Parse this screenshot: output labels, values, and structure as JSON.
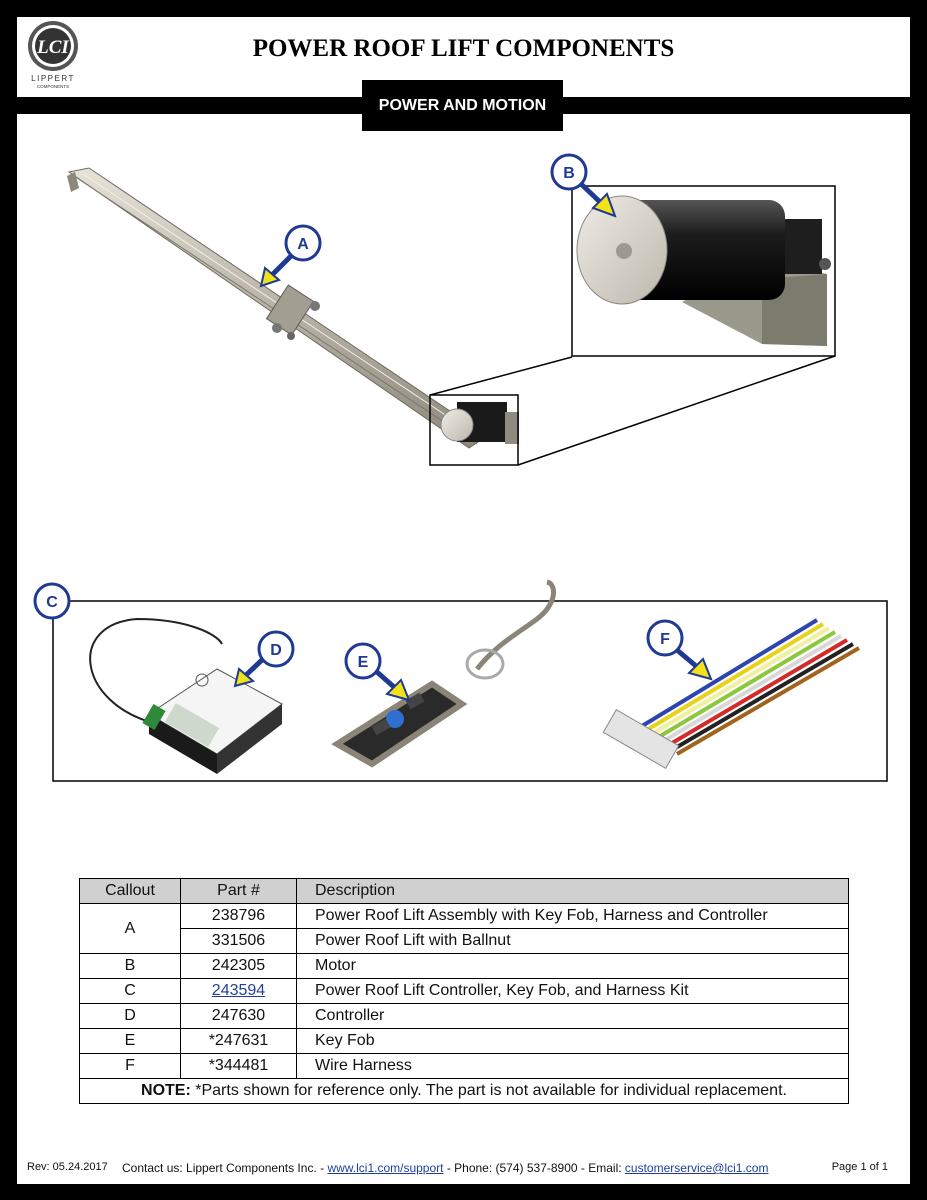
{
  "header": {
    "logo_text": "LCI",
    "logo_sub1": "LIPPERT",
    "logo_sub2": "COMPONENTS",
    "title": "POWER ROOF LIFT COMPONENTS",
    "section": "POWER AND MOTION"
  },
  "callouts": {
    "a": "A",
    "b": "B",
    "c": "C",
    "d": "D",
    "e": "E",
    "f": "F"
  },
  "table": {
    "headers": [
      "Callout",
      "Part #",
      "Description"
    ],
    "rows": [
      {
        "callout": "A",
        "part": "238796",
        "description": "Power Roof Lift Assembly with Key Fob, Harness and Controller"
      },
      {
        "callout": "",
        "part": "331506",
        "description": "Power Roof Lift with Ballnut"
      },
      {
        "callout": "B",
        "part": "242305",
        "description": "Motor"
      },
      {
        "callout": "C",
        "part": "243594",
        "description": "Power Roof Lift Controller, Key Fob, and Harness Kit"
      },
      {
        "callout": "D",
        "part": "247630",
        "description": "Controller"
      },
      {
        "callout": "E",
        "part": "*247631",
        "description": "Key Fob"
      },
      {
        "callout": "F",
        "part": "*344481",
        "description": "Wire Harness"
      }
    ],
    "note_label": "NOTE:",
    "note_text": " *Parts shown for reference only. The part is not available for individual replacement."
  },
  "footer": {
    "rev": "Rev: 05.24.2017",
    "contact_prefix": "Contact us: Lippert Components Inc. - ",
    "support_link": "www.lci1.com/support",
    "phone": " - Phone: (574) 537-8900 - Email: ",
    "email_link": "customerservice@lci1.com",
    "page": "Page 1 of 1"
  },
  "colors": {
    "callout_blue": "#1f3a93",
    "arrow_yellow": "#f2e21a",
    "link_blue": "#1f3f9f"
  }
}
